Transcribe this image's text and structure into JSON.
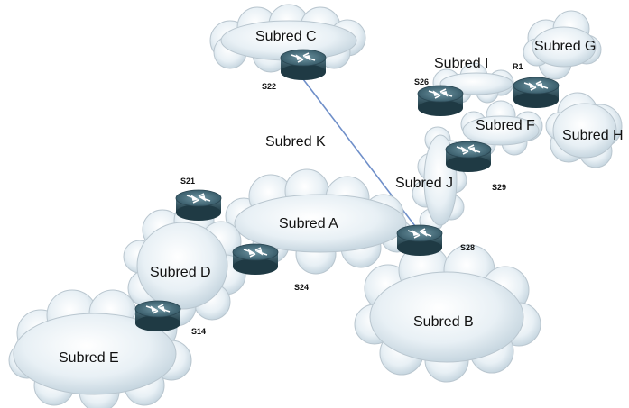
{
  "clouds": {
    "c": "Subred C",
    "g": "Subred G",
    "i": "Subred I",
    "f": "Subred F",
    "h": "Subred H",
    "j": "Subred J",
    "a": "Subred A",
    "d": "Subred D",
    "b": "Subred B",
    "e": "Subred E"
  },
  "link": {
    "k": "Subred K"
  },
  "routers": {
    "s22": "S22",
    "s26": "S26",
    "r1": "R1",
    "s29": "S29",
    "s21": "S21",
    "s28": "S28",
    "s24": "S24",
    "s14": "S14"
  }
}
